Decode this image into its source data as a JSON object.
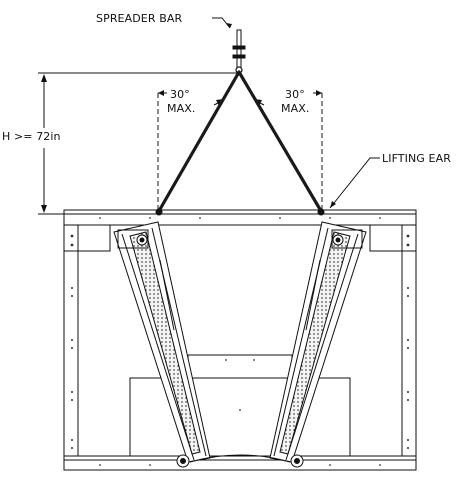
{
  "labels": {
    "spreader_bar": "SPREADER BAR",
    "lifting_ear": "LIFTING EAR",
    "height_requirement": "H >= 72in",
    "left_angle_value": "30°",
    "left_angle_limit": "MAX.",
    "right_angle_value": "30°",
    "right_angle_limit": "MAX."
  },
  "colors": {
    "line": "#111111",
    "sling": "#1a1a1a",
    "coil_fill": "#eeeeee",
    "background": "#ffffff"
  }
}
